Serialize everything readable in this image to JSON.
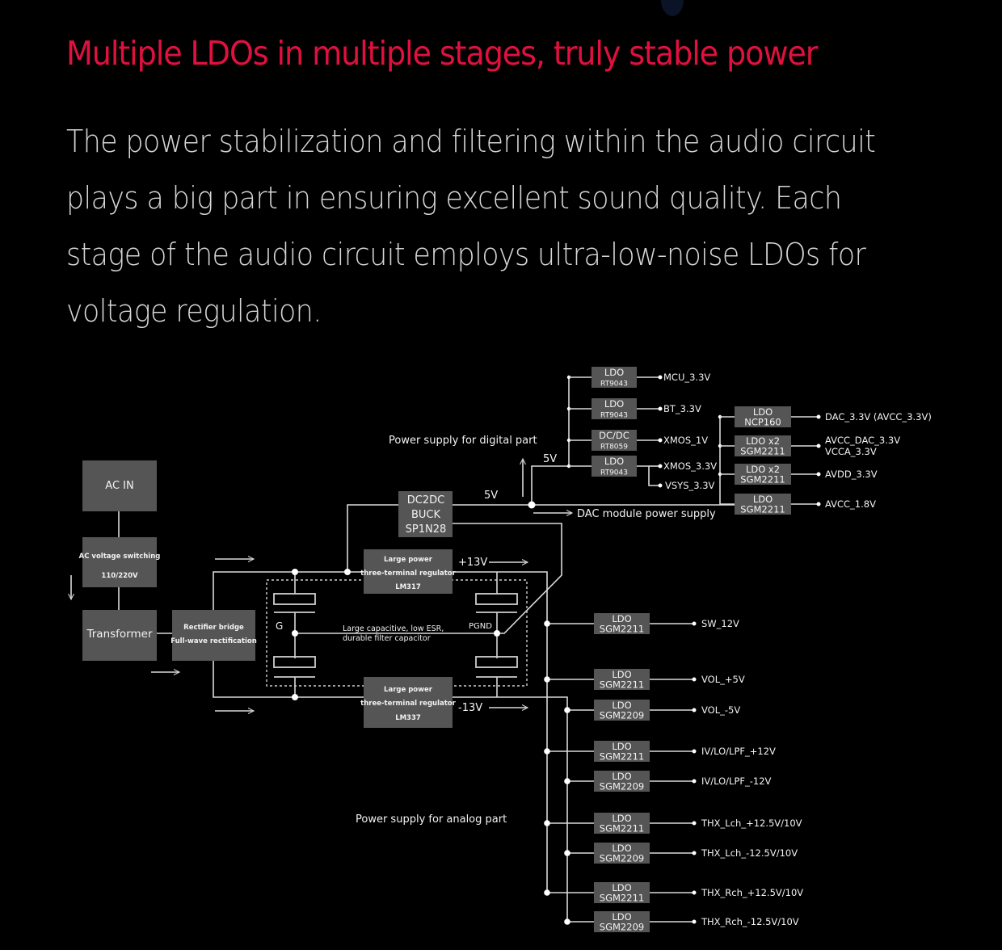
{
  "header": {
    "title": "Multiple LDOs in multiple stages, truly stable power",
    "title_color": "#e0103f",
    "description_lines": [
      "The power stabilization and filtering within the audio circuit",
      "plays a big part in ensuring excellent sound quality. Each",
      "stage of the audio circuit employs ultra-low-noise LDOs for",
      "voltage regulation."
    ]
  },
  "diagram": {
    "input_chain": {
      "ac_in": "AC IN",
      "ac_switch": {
        "line1": "AC voltage switching",
        "line2": "110/220V"
      },
      "transformer": "Transformer",
      "rectifier": {
        "line1": "Rectifier bridge",
        "line2": "Full-wave rectification"
      }
    },
    "dc2dc": {
      "line1": "DC2DC",
      "line2": "BUCK",
      "line3": "SP1N28"
    },
    "regulator_pos": {
      "line1": "Large power",
      "line2": "three-terminal regulator",
      "line3": "LM317",
      "output": "+13V"
    },
    "regulator_neg": {
      "line1": "Large power",
      "line2": "three-terminal regulator",
      "line3": "LM337",
      "output": "-13V"
    },
    "filter": {
      "ground_label": "G",
      "pgnd_label": "PGND",
      "caption_line1": "Large capacitive, low ESR,",
      "caption_line2": "durable filter capacitor"
    },
    "labels": {
      "digital_part": "Power supply for digital part",
      "analog_part": "Power supply for analog part",
      "dac_module": "DAC module power supply",
      "rail_5v_a": "5V",
      "rail_5v_b": "5V"
    },
    "digital_regulators": [
      {
        "type": "LDO",
        "part": "RT9043",
        "outputs": [
          "MCU_3.3V"
        ]
      },
      {
        "type": "LDO",
        "part": "RT9043",
        "outputs": [
          "BT_3.3V"
        ]
      },
      {
        "type": "DC/DC",
        "part": "RT8059",
        "outputs": [
          "XMOS_1V"
        ]
      },
      {
        "type": "LDO",
        "part": "RT9043",
        "outputs": [
          "XMOS_3.3V",
          "VSYS_3.3V"
        ]
      }
    ],
    "dac_regulators": [
      {
        "type": "LDO",
        "part": "NCP160",
        "outputs": [
          "DAC_3.3V (AVCC_3.3V)"
        ]
      },
      {
        "type": "LDO x2",
        "part": "SGM2211",
        "outputs": [
          "AVCC_DAC_3.3V",
          "VCCA_3.3V"
        ]
      },
      {
        "type": "LDO x2",
        "part": "SGM2211",
        "outputs": [
          "AVDD_3.3V"
        ]
      },
      {
        "type": "LDO",
        "part": "SGM2211",
        "outputs": [
          "AVCC_1.8V"
        ]
      }
    ],
    "analog_regulators": [
      {
        "type": "LDO",
        "part": "SGM2211",
        "output": "SW_12V"
      },
      {
        "type": "LDO",
        "part": "SGM2211",
        "output": "VOL_+5V"
      },
      {
        "type": "LDO",
        "part": "SGM2209",
        "output": "VOL_-5V"
      },
      {
        "type": "LDO",
        "part": "SGM2211",
        "output": "IV/LO/LPF_+12V"
      },
      {
        "type": "LDO",
        "part": "SGM2209",
        "output": "IV/LO/LPF_-12V"
      },
      {
        "type": "LDO",
        "part": "SGM2211",
        "output": "THX_Lch_+12.5V/10V"
      },
      {
        "type": "LDO",
        "part": "SGM2209",
        "output": "THX_Lch_-12.5V/10V"
      },
      {
        "type": "LDO",
        "part": "SGM2211",
        "output": "THX_Rch_+12.5V/10V"
      },
      {
        "type": "LDO",
        "part": "SGM2209",
        "output": "THX_Rch_-12.5V/10V"
      }
    ]
  }
}
